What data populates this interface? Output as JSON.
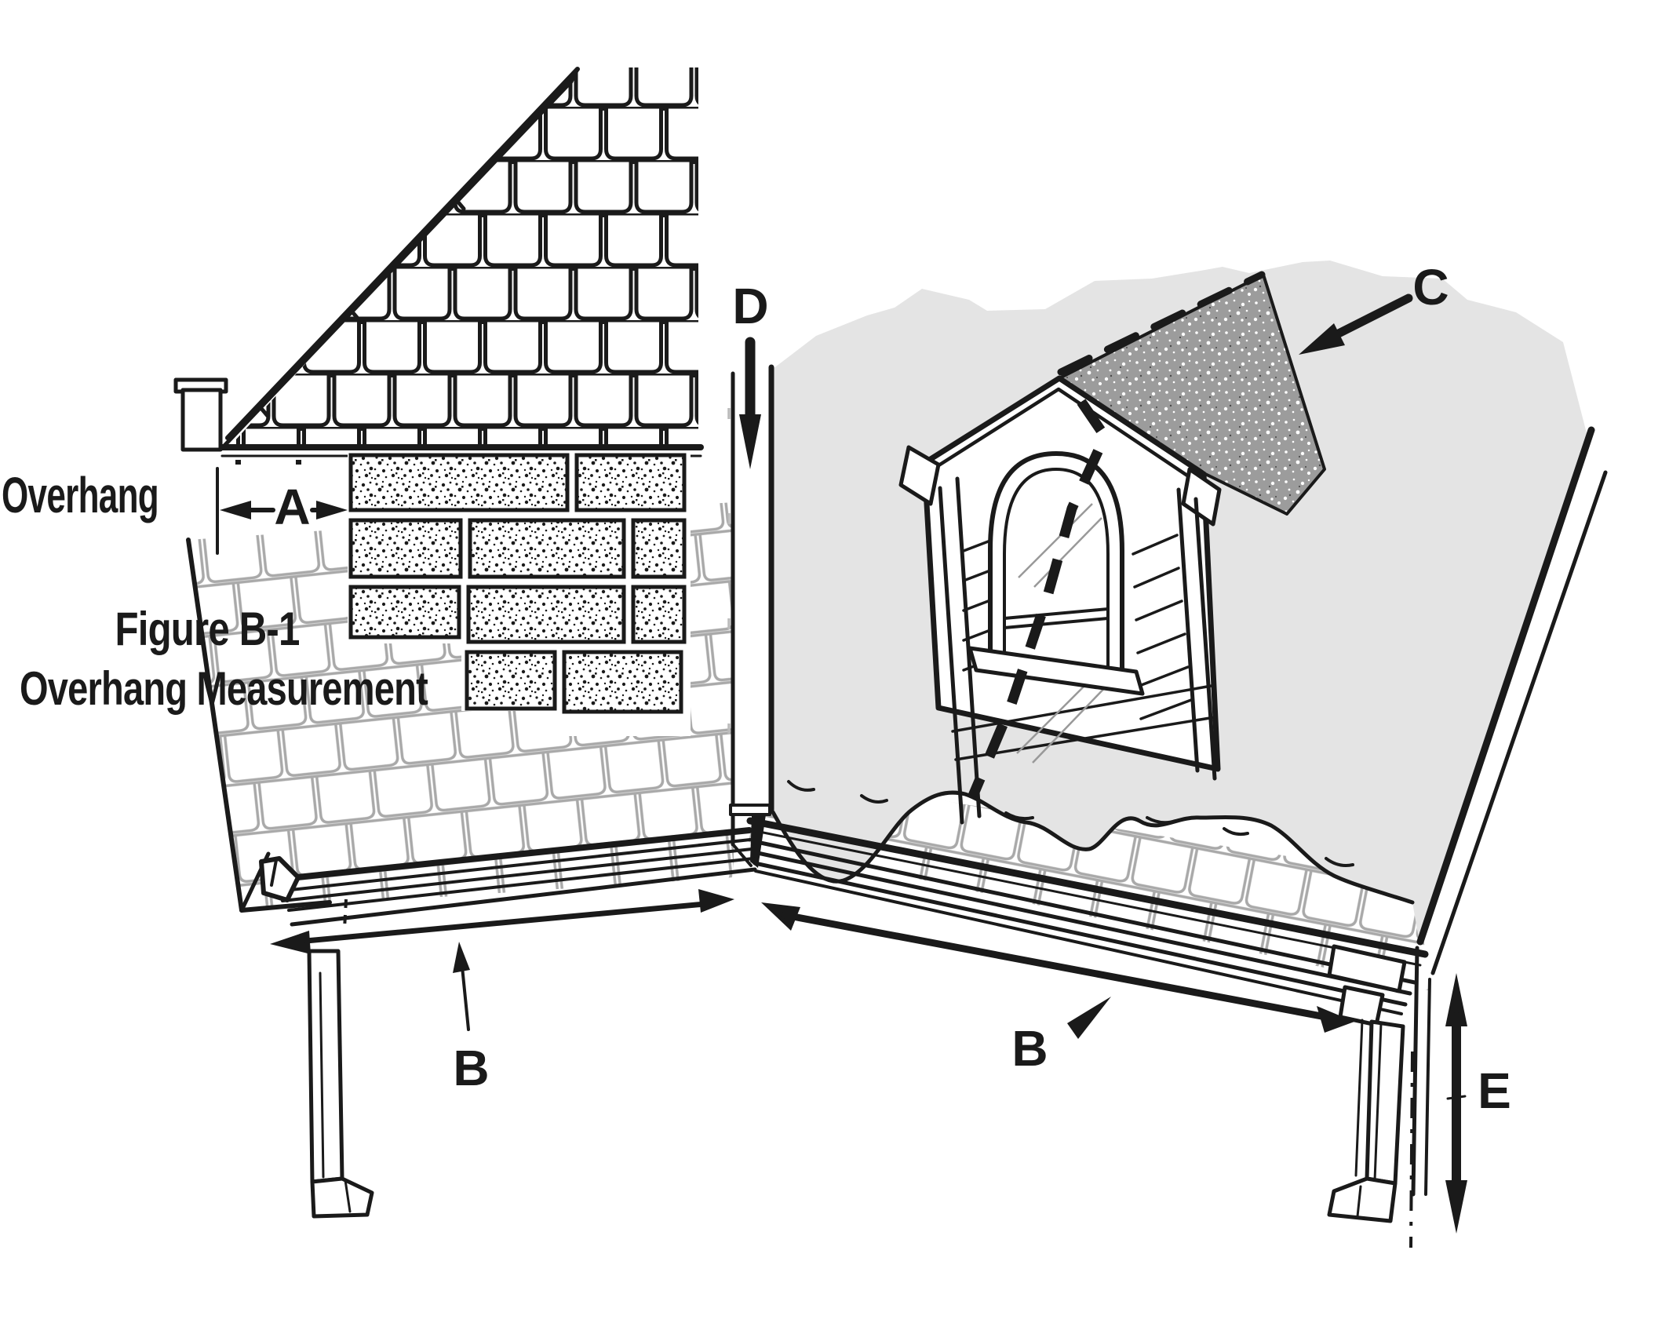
{
  "figure": {
    "side_label": "Overhang",
    "caption_line1": "Figure B-1",
    "caption_line2": "Overhang Measurement",
    "dim_labels": {
      "a_overhang_depth": "A",
      "b_gutter_left": "B",
      "b_gutter_right": "B",
      "c_dormer_roof": "C",
      "d_corner_drop": "D",
      "e_downspout_height": "E"
    }
  },
  "colors": {
    "line": "#1a1a1a",
    "felt": "#e4e4e4",
    "tabgray": "#a9a9a9",
    "roofgray": "#9c9c9c",
    "paper": "#ffffff"
  }
}
